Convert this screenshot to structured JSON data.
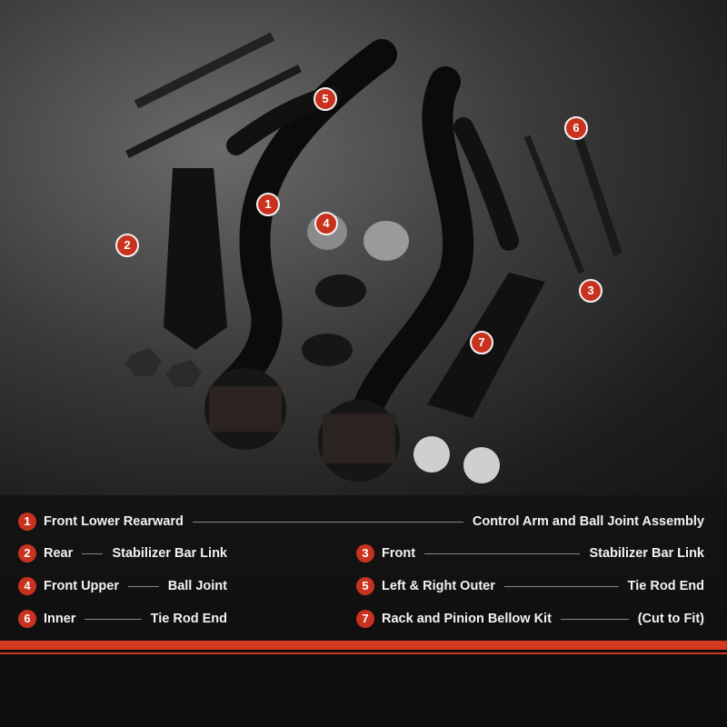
{
  "badges": [
    "1",
    "2",
    "3",
    "4",
    "5",
    "6",
    "7"
  ],
  "legend": [
    {
      "num": "1",
      "left": "Front Lower Rearward",
      "right": "Control Arm and Ball Joint Assembly"
    },
    {
      "num": "2",
      "left": "Rear",
      "right": "Stabilizer Bar Link"
    },
    {
      "num": "3",
      "left": "Front",
      "right": "Stabilizer Bar Link"
    },
    {
      "num": "4",
      "left": "Front Upper",
      "right": "Ball Joint"
    },
    {
      "num": "5",
      "left": "Left & Right Outer",
      "right": "Tie Rod End"
    },
    {
      "num": "6",
      "left": "Inner",
      "right": "Tie Rod End"
    },
    {
      "num": "7",
      "left": "Rack and Pinion Bellow Kit",
      "right": "(Cut to Fit)"
    }
  ],
  "colors": {
    "accent": "#c8321e",
    "text": "#f2f2f2",
    "background": "#111111"
  }
}
